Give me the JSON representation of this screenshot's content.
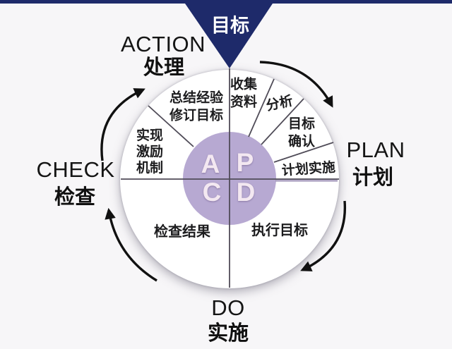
{
  "diagram": {
    "type": "PDCA cycle",
    "goal": "目标",
    "stages": {
      "action": {
        "en": "ACTION",
        "zh": "处理"
      },
      "plan": {
        "en": "PLAN",
        "zh": "计划"
      },
      "check": {
        "en": "CHECK",
        "zh": "检查"
      },
      "do": {
        "en": "DO",
        "zh": "实施"
      }
    },
    "center_letters": {
      "a": "A",
      "p": "P",
      "c": "C",
      "d": "D"
    },
    "sectors": {
      "action": [
        {
          "lines": [
            "总结经验",
            "修订目标"
          ]
        },
        {
          "lines": [
            "实现",
            "激励",
            "机制"
          ]
        }
      ],
      "plan": [
        {
          "lines": [
            "收集",
            "资料"
          ]
        },
        {
          "lines": [
            "分析"
          ]
        },
        {
          "lines": [
            "目标",
            "确认"
          ]
        },
        {
          "lines": [
            "计划实施"
          ]
        }
      ],
      "check": [
        {
          "lines": [
            "检查结果"
          ]
        }
      ],
      "do": [
        {
          "lines": [
            "执行目标"
          ]
        }
      ]
    },
    "colors": {
      "triangle_navy": "#1e2a6a",
      "center_circle_purple": "#b6a8d1",
      "center_letter": "#f3e8f1",
      "divider_line": "#504c58",
      "arrow_black": "#111111",
      "text_black": "#161616",
      "background": "#f7f6f8"
    }
  }
}
